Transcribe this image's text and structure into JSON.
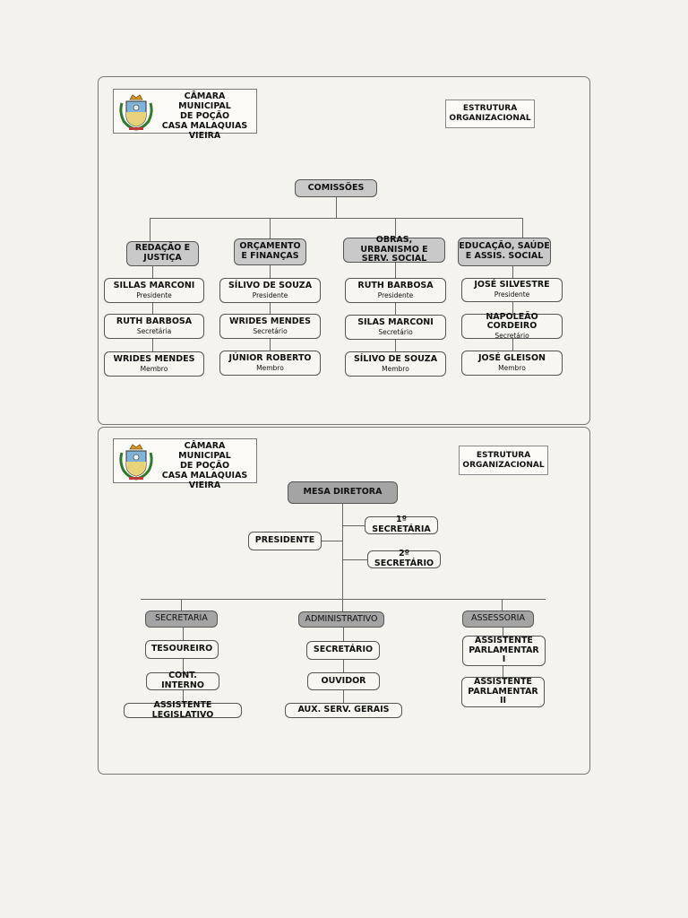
{
  "header": {
    "title_lines": [
      "CÂMARA MUNICIPAL",
      "DE POÇÃO",
      "CASA MALAQUIAS",
      "VIEIRA"
    ],
    "crest_icon": "municipal-coat-of-arms",
    "tag_lines": [
      "ESTRUTURA",
      "ORGANIZACIONAL"
    ]
  },
  "comissoes": {
    "root": "COMISSÕES",
    "groups": [
      {
        "name": "REDAÇÃO E JUSTIÇA",
        "members": [
          {
            "name": "SILLAS MARCONI",
            "role": "Presidente"
          },
          {
            "name": "RUTH BARBOSA",
            "role": "Secretária"
          },
          {
            "name": "WRIDES MENDES",
            "role": "Membro"
          }
        ]
      },
      {
        "name": "ORÇAMENTO E FINANÇAS",
        "members": [
          {
            "name": "SÍLIVO DE SOUZA",
            "role": "Presidente"
          },
          {
            "name": "WRIDES MENDES",
            "role": "Secretário"
          },
          {
            "name": "JÚNIOR ROBERTO",
            "role": "Membro"
          }
        ]
      },
      {
        "name": "OBRAS, URBANISMO E SERV. SOCIAL",
        "members": [
          {
            "name": "RUTH BARBOSA",
            "role": "Presidente"
          },
          {
            "name": "SILAS MARCONI",
            "role": "Secretário"
          },
          {
            "name": "SÍLIVO DE SOUZA",
            "role": "Membro"
          }
        ]
      },
      {
        "name": "EDUCAÇÃO, SAÚDE E ASSIS. SOCIAL",
        "members": [
          {
            "name": "JOSÉ SILVESTRE",
            "role": "Presidente"
          },
          {
            "name": "NAPOLEÃO CORDEIRO",
            "role": "Secretário"
          },
          {
            "name": "JOSÉ GLEISON",
            "role": "Membro"
          }
        ]
      }
    ]
  },
  "mesa": {
    "root": "MESA DIRETORA",
    "president": "PRESIDENTE",
    "first_secretary": "1º SECRETÁRIA",
    "second_secretary": "2º SECRETÁRIO",
    "departments": [
      {
        "name": "SECRETARIA",
        "items": [
          "TESOUREIRO",
          "CONT. INTERNO",
          "ASSISTENTE LEGISLATIVO"
        ]
      },
      {
        "name": "ADMINISTRATIVO",
        "items": [
          "SECRETÁRIO",
          "OUVIDOR",
          "AUX. SERV. GERAIS"
        ]
      },
      {
        "name": "ASSESSORIA",
        "items": [
          "ASSISTENTE PARLAMENTAR I",
          "ASSISTENTE PARLAMENTAR II"
        ]
      }
    ]
  }
}
